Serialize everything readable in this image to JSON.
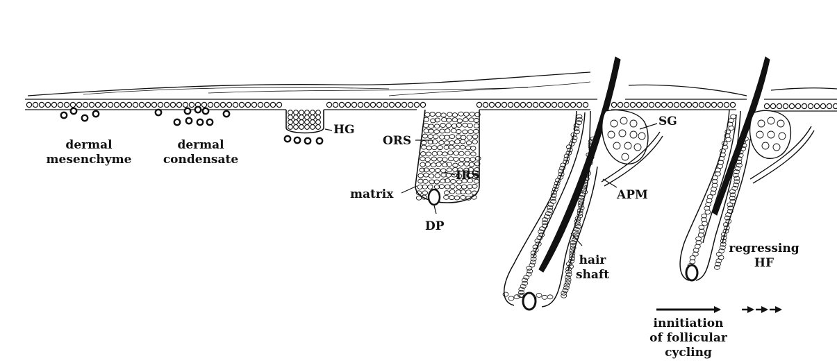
{
  "labels": {
    "dermal_mesenchyme": [
      "dermal",
      "mesenchyme"
    ],
    "dermal_condensate": [
      "dermal",
      "condensate"
    ],
    "hg": "HG",
    "ors": "ORS",
    "irs": "IRS",
    "matrix": "matrix",
    "dp": "DP",
    "sg": "SG",
    "apm": "APM",
    "hair_shaft": [
      "hair",
      "shaft"
    ],
    "regressing_hf": [
      "regressing",
      "HF"
    ],
    "initiation": [
      "innitiation",
      "of follicular",
      "cycling"
    ]
  },
  "colors": {
    "ink": "#111111",
    "paper": "#ffffff"
  }
}
